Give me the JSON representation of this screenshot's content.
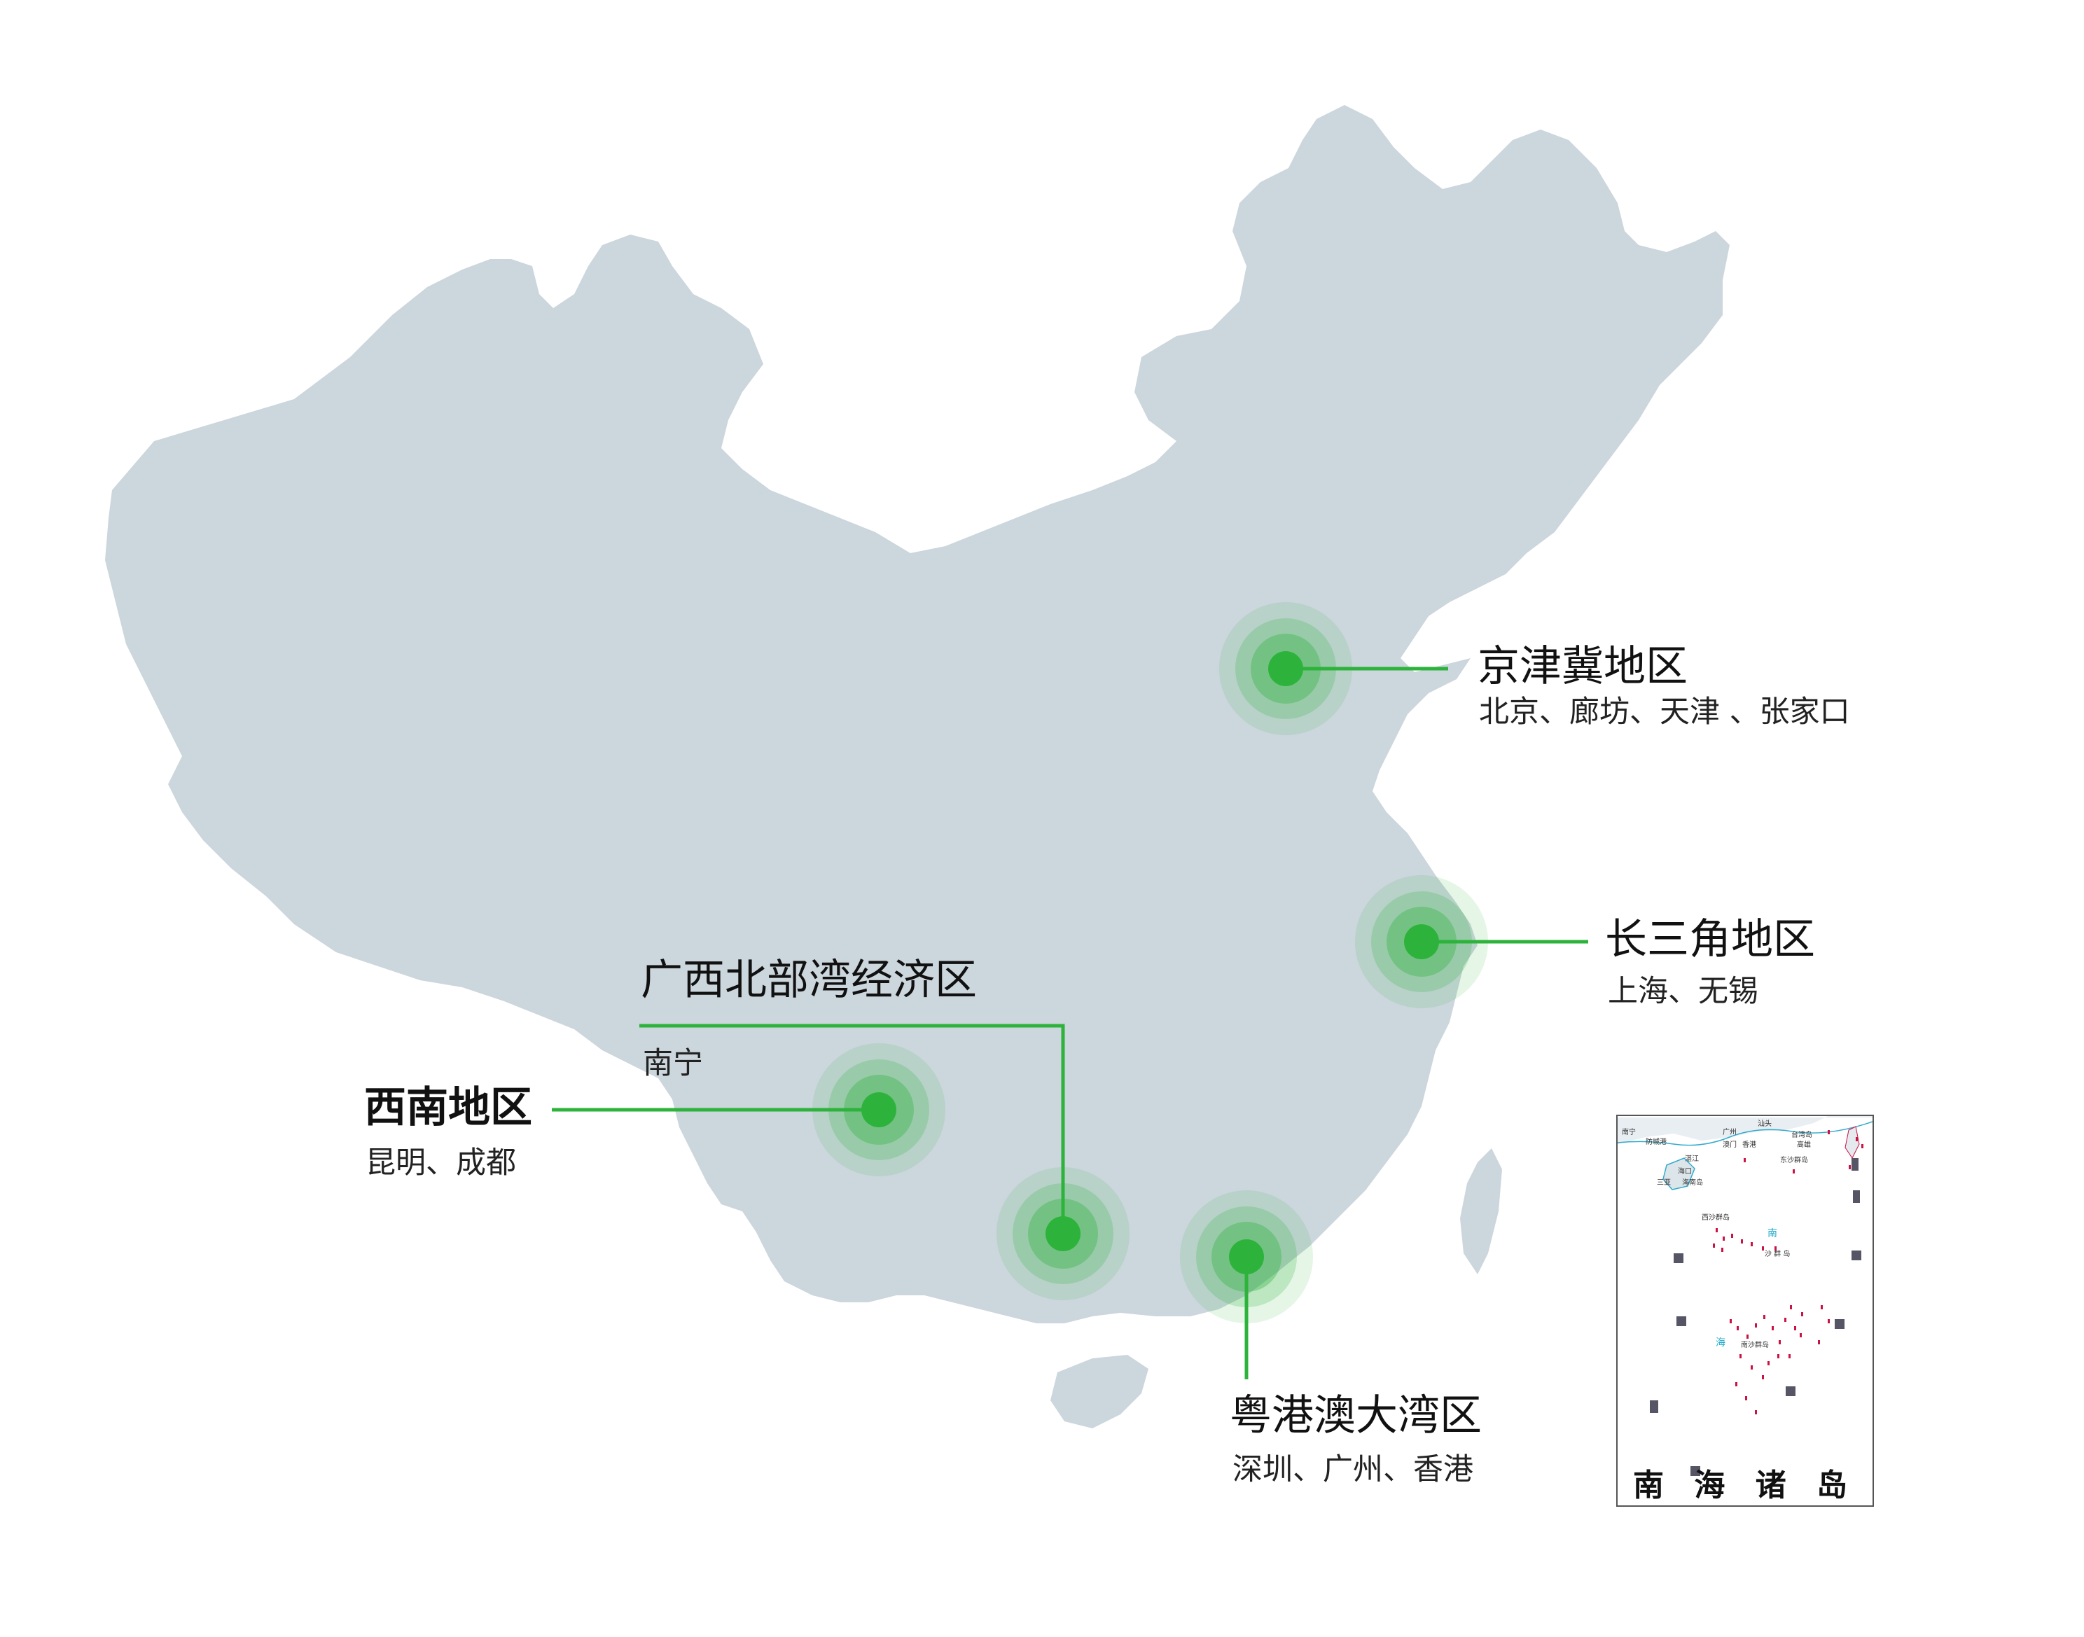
{
  "map": {
    "land_color": "#ccd6dd",
    "accent_color": "#2db33b",
    "regions": [
      {
        "title": "京津冀地区",
        "cities": "北京、廊坊、天津 、张家口"
      },
      {
        "title": "长三角地区",
        "cities": "上海、无锡"
      },
      {
        "title": "广西北部湾经济区",
        "cities": "南宁"
      },
      {
        "title": "西南地区",
        "cities": "昆明、成都"
      },
      {
        "title": "粤港澳大湾区",
        "cities": "深圳、广州、香港"
      }
    ]
  },
  "inset": {
    "title": "南 海 诸 岛",
    "labels": {
      "nanning": "南宁",
      "guangzhou": "广州",
      "shantou": "汕头",
      "taiwan": "台湾岛",
      "gaoxiong": "高雄",
      "aomen": "澳门",
      "xianggang": "香港",
      "zhanjiang": "湛江",
      "haikou": "海口",
      "hainan": "海南岛",
      "sanya": "三亚",
      "fangcheng": "防城港",
      "dongsha": "东沙群岛",
      "xisha": "西沙群岛",
      "zhongsha": "沙 群 岛",
      "nansha": "南沙群岛",
      "nan": "南",
      "hai": "海"
    }
  }
}
